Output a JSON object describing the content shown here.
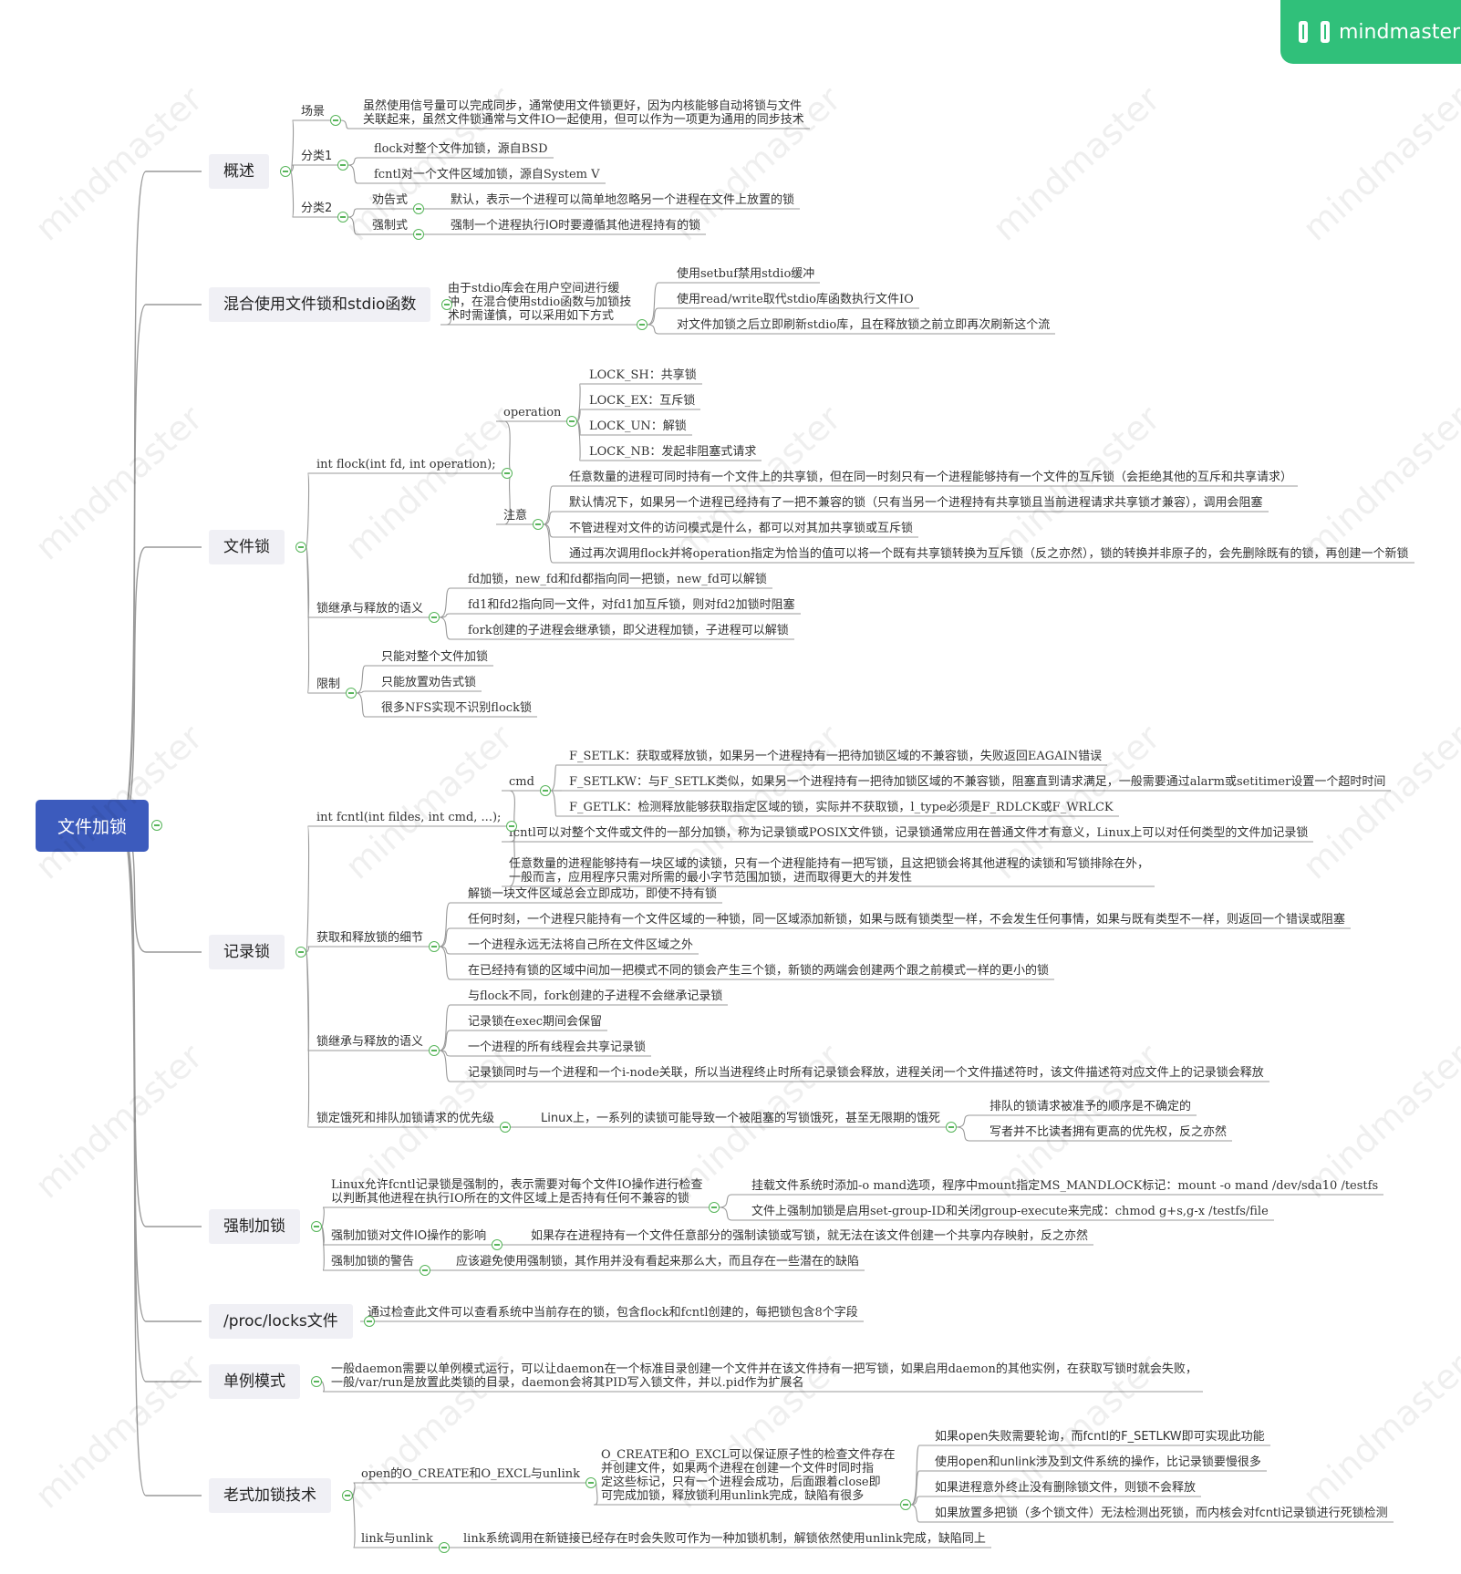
{
  "brand": {
    "name": "mindmaster",
    "icon": "mindmaster-logo-icon"
  },
  "watermark": "mindmaster",
  "colors": {
    "root": "#3c5bbd",
    "toggle": "#57b55a",
    "line": "#999999",
    "brand": "#30c07a"
  },
  "root": "文件加锁",
  "nodes": {
    "n1": "概述",
    "n1a": "场景",
    "n1a1": "虽然使用信号量可以完成同步，通常使用文件锁更好，因为内核能够自动将锁与文件\n关联起来，虽然文件锁通常与文件IO一起使用，但可以作为一项更为通用的同步技术",
    "n1b": "分类1",
    "n1b1": "flock对整个文件加锁，源自BSD",
    "n1b2": "fcntl对一个文件区域加锁，源自System V",
    "n1c": "分类2",
    "n1c1": "劝告式",
    "n1c1a": "默认，表示一个进程可以简单地忽略另一个进程在文件上放置的锁",
    "n1c2": "强制式",
    "n1c2a": "强制一个进程执行IO时要遵循其他进程持有的锁",
    "n2": "混合使用文件锁和stdio函数",
    "n2a": "由于stdio库会在用户空间进行缓\n冲，在混合使用stdio函数与加锁技\n术时需谨慎，可以采用如下方式",
    "n2a1": "使用setbuf禁用stdio缓冲",
    "n2a2": "使用read/write取代stdio库函数执行文件IO",
    "n2a3": "对文件加锁之后立即刷新stdio库，且在释放锁之前立即再次刷新这个流",
    "n3": "文件锁",
    "n3a": "int flock(int fd, int operation);",
    "n3a1": "operation",
    "n3a1a": "LOCK_SH：共享锁",
    "n3a1b": "LOCK_EX：互斥锁",
    "n3a1c": "LOCK_UN：解锁",
    "n3a1d": "LOCK_NB：发起非阻塞式请求",
    "n3a2": "注意",
    "n3a2a": "任意数量的进程可同时持有一个文件上的共享锁，但在同一时刻只有一个进程能够持有一个文件的互斥锁（会拒绝其他的互斥和共享请求）",
    "n3a2b": "默认情况下，如果另一个进程已经持有了一把不兼容的锁（只有当另一个进程持有共享锁且当前进程请求共享锁才兼容），调用会阻塞",
    "n3a2c": "不管进程对文件的访问模式是什么，都可以对其加共享锁或互斥锁",
    "n3a2d": "通过再次调用flock并将operation指定为恰当的值可以将一个既有共享锁转换为互斥锁（反之亦然），锁的转换并非原子的，会先删除既有的锁，再创建一个新锁",
    "n3b": "锁继承与释放的语义",
    "n3b1": "fd加锁，new_fd和fd都指向同一把锁，new_fd可以解锁",
    "n3b2": "fd1和fd2指向同一文件，对fd1加互斥锁，则对fd2加锁时阻塞",
    "n3b3": "fork创建的子进程会继承锁，即父进程加锁，子进程可以解锁",
    "n3c": "限制",
    "n3c1": "只能对整个文件加锁",
    "n3c2": "只能放置劝告式锁",
    "n3c3": "很多NFS实现不识别flock锁",
    "n4": "记录锁",
    "n4a": "int fcntl(int fildes, int cmd, ...);",
    "n4a1": "cmd",
    "n4a1a": "F_SETLK：获取或释放锁，如果另一个进程持有一把待加锁区域的不兼容锁，失败返回EAGAIN错误",
    "n4a1b": "F_SETLKW：与F_SETLK类似，如果另一个进程持有一把待加锁区域的不兼容锁，阻塞直到请求满足，一般需要通过alarm或setitimer设置一个超时时间",
    "n4a1c": "F_GETLK：检测释放能够获取指定区域的锁，实际并不获取锁，l_type必须是F_RDLCK或F_WRLCK",
    "n4a2": "fcntl可以对整个文件或文件的一部分加锁，称为记录锁或POSIX文件锁，记录锁通常应用在普通文件才有意义，Linux上可以对任何类型的文件加记录锁",
    "n4a3": "任意数量的进程能够持有一块区域的读锁，只有一个进程能持有一把写锁，且这把锁会将其他进程的读锁和写锁排除在外，\n一般而言，应用程序只需对所需的最小字节范围加锁，进而取得更大的并发性",
    "n4b": "获取和释放锁的细节",
    "n4b1": "解锁一块文件区域总会立即成功，即使不持有锁",
    "n4b2": "任何时刻，一个进程只能持有一个文件区域的一种锁，同一区域添加新锁，如果与既有锁类型一样，不会发生任何事情，如果与既有类型不一样，则返回一个错误或阻塞",
    "n4b3": "一个进程永远无法将自己所在文件区域之外",
    "n4b4": "在已经持有锁的区域中间加一把模式不同的锁会产生三个锁，新锁的两端会创建两个跟之前模式一样的更小的锁",
    "n4c": "锁继承与释放的语义",
    "n4c1": "与flock不同，fork创建的子进程不会继承记录锁",
    "n4c2": "记录锁在exec期间会保留",
    "n4c3": "一个进程的所有线程会共享记录锁",
    "n4c4": "记录锁同时与一个进程和一个i-node关联，所以当进程终止时所有记录锁会释放，进程关闭一个文件描述符时，该文件描述符对应文件上的记录锁会释放",
    "n4d": "锁定饿死和排队加锁请求的优先级",
    "n4d1": "Linux上，一系列的读锁可能导致一个被阻塞的写锁饿死，甚至无限期的饿死",
    "n4d1a": "排队的锁请求被准予的顺序是不确定的",
    "n4d1b": "写者并不比读者拥有更高的优先权，反之亦然",
    "n5": "强制加锁",
    "n5a": "Linux允许fcntl记录锁是强制的，表示需要对每个文件IO操作进行检查\n以判断其他进程在执行IO所在的文件区域上是否持有任何不兼容的锁",
    "n5a1": "挂载文件系统时添加-o mand选项，程序中mount指定MS_MANDLOCK标记：mount -o mand /dev/sda10 /testfs",
    "n5a2": "文件上强制加锁是启用set-group-ID和关闭group-execute来完成：chmod g+s,g-x /testfs/file",
    "n5b": "强制加锁对文件IO操作的影响",
    "n5b1": "如果存在进程持有一个文件任意部分的强制读锁或写锁，就无法在该文件创建一个共享内存映射，反之亦然",
    "n5c": "强制加锁的警告",
    "n5c1": "应该避免使用强制锁，其作用并没有看起来那么大，而且存在一些潜在的缺陷",
    "n6": "/proc/locks文件",
    "n6a": "通过检查此文件可以查看系统中当前存在的锁，包含flock和fcntl创建的，每把锁包含8个字段",
    "n7": "单例模式",
    "n7a": "一般daemon需要以单例模式运行，可以让daemon在一个标准目录创建一个文件并在该文件持有一把写锁，如果启用daemon的其他实例，在获取写锁时就会失败，\n一般/var/run是放置此类锁的目录，daemon会将其PID写入锁文件，并以.pid作为扩展名",
    "n8": "老式加锁技术",
    "n8a": "open的O_CREATE和O_EXCL与unlink",
    "n8a1": "O_CREATE和O_EXCL可以保证原子性的检查文件存在\n并创建文件，如果两个进程在创建一个文件时同时指\n定这些标记，只有一个进程会成功，后面跟着close即\n可完成加锁，释放锁利用unlink完成，缺陷有很多",
    "n8a1a": "如果open失败需要轮询，而fcntl的F_SETLKW即可实现此功能",
    "n8a1b": "使用open和unlink涉及到文件系统的操作，比记录锁要慢很多",
    "n8a1c": "如果进程意外终止没有删除锁文件，则锁不会释放",
    "n8a1d": "如果放置多把锁（多个锁文件）无法检测出死锁，而内核会对fcntl记录锁进行死锁检测",
    "n8b": "link与unlink",
    "n8b1": "link系统调用在新链接已经存在时会失败可作为一种加锁机制，解锁依然使用unlink完成，缺陷同上"
  }
}
